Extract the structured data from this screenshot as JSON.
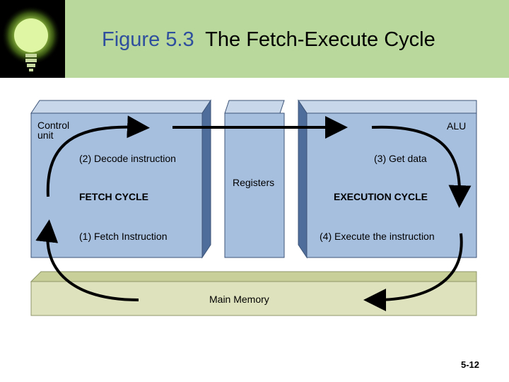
{
  "header": {
    "figure_number": "Figure 5.3",
    "title": "The Fetch-Execute Cycle",
    "logo_icon": "lightbulb-icon"
  },
  "diagram": {
    "control_unit_label": "Control unit",
    "alu_label": "ALU",
    "registers_label": "Registers",
    "main_memory_label": "Main Memory",
    "fetch_cycle_label": "FETCH CYCLE",
    "execution_cycle_label": "EXECUTION CYCLE",
    "steps": {
      "fetch": "(1) Fetch Instruction",
      "decode": "(2) Decode instruction",
      "get_data": "(3) Get data",
      "execute": "(4) Execute the instruction"
    }
  },
  "footer": {
    "page_number": "5-12"
  },
  "colors": {
    "header_bg": "#b9d89b",
    "box_face": "#a7bfdf",
    "box_top": "#c9d7ea",
    "box_side": "#4f6d9a",
    "memory_face": "#dfe3bd",
    "memory_top": "#c8cf98",
    "title_blue": "#2e4e9e"
  }
}
